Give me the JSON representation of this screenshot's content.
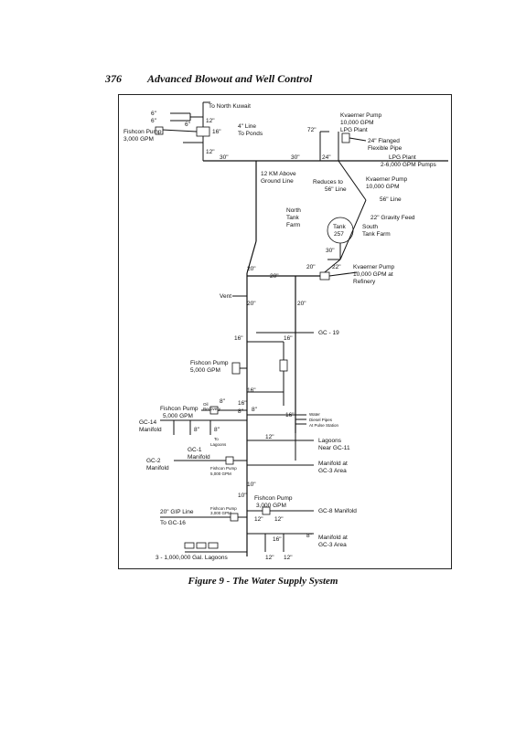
{
  "header": {
    "page_number": "376",
    "book_title": "Advanced Blowout and Well Control"
  },
  "caption": "Figure 9 - The Water Supply System",
  "diagram": {
    "labels": {
      "north_kuwait": "To North Kuwait",
      "six_a": "6\"",
      "six_b": "6\"",
      "six_c": "6\"",
      "fishcon_top": "Fishcon Pump",
      "fishcon_top_cap": "3,000 GPM",
      "twelve_a": "12\"",
      "sixteen_a": "16\"",
      "twelve_b": "12\"",
      "four_line": "4\" Line",
      "to_ponds": "To Ponds",
      "thirty_a": "30\"",
      "thirty_b": "30\"",
      "twentyfour_a": "24\"",
      "seventytwo": "72\"",
      "kvaerner_top": "Kvaerner Pump",
      "kvaerner_top_cap": "10,000 GPM",
      "lpg_plant_a": "LPG Plant",
      "flanged": "24\" Flanged",
      "flexible": "Flexible Pipe",
      "lpg_plant_b": "LPG Plant",
      "lpg_gpm": "2-6,000 GPM Pumps",
      "km_above": "12 KM Above",
      "ground_line": "Ground Line",
      "reduces_to": "Reduces to",
      "fiftysix_line": "56\" Line",
      "kvaerner_mid": "Kvaerner Pump",
      "kvaerner_mid_cap": "10,000 GPM",
      "fiftysix_line_b": "56\" Line",
      "north_tank": "North",
      "tank_farm_a": "Tank",
      "farm_a": "Farm",
      "tank": "Tank",
      "tank_num": "257",
      "gravity_feed": "22\" Gravity Feed",
      "south": "South",
      "tank_farm_b": "Tank Farm",
      "thirty_c": "30\"",
      "twenty_a": "20\"",
      "twenty_b": "20\"",
      "twenty_c": "20\"",
      "twentytwo": "22\"",
      "kvaerner_bot": "Kvaerner Pump",
      "kvaerner_bot_cap": "10,000 GPM at",
      "refinery": "Refinery",
      "vent": "Vent",
      "twenty_d": "20\"",
      "twenty_e": "20\"",
      "gc19": "GC - 19",
      "sixteen_b": "16\"",
      "sixteen_c": "16\"",
      "fishcon_mid": "Fishcon Pump",
      "fishcon_mid_cap": "5,000 GPM",
      "sixteen_d": "16\"",
      "sixteen_e": "16\"",
      "fishcon_left": "Fishcon Pump",
      "fishcon_left_cap": "5,000 GPM",
      "oil_recovery_a": "Oil",
      "oil_recovery_b": "Recovery",
      "eight_a": "8\"",
      "eight_b": "8\"",
      "eight_c": "8\"",
      "sixteen_f": "16\"",
      "gc14": "GC-14",
      "manifold_a": "Manifold",
      "eight_d": "8\"",
      "eight_e": "8\"",
      "to_lagoons_a": "To",
      "to_lagoons_b": "Lagoons",
      "water_a": "Water",
      "water_b": "Diesel Pipes",
      "water_c": "At Pulse Station",
      "twelve_c": "12\"",
      "lagoons": "Lagoons",
      "near_gc11": "Near GC-11",
      "gc1": "GC-1",
      "manifold_b": "Manifold",
      "gc2": "GC-2",
      "manifold_c": "Manifold",
      "fishcon_small": "Fishcon Pump",
      "fishcon_small_cap": "5,000 GPM",
      "manifold_at": "Manifold at",
      "gc3_area_a": "GC-3 Area",
      "ten_a": "10\"",
      "ten_b": "10\"",
      "fishcon_lower": "Fishcon Pump",
      "fishcon_lower_cap": "3,000 GPM",
      "gc8": "GC-8 Manifold",
      "gip_line": "20\" GIP Line",
      "to_gc16": "To GC-16",
      "fishcon_tiny": "Fishcon Pump",
      "fishcon_tiny_cap": "3,000 GPM",
      "twelve_d": "12\"",
      "twelve_e": "12\"",
      "sixteen_g": "16\"",
      "eight_f": "8\"",
      "manifold_gc3": "Manifold at",
      "gc3_area_b": "GC-3 Area",
      "lagoons_3": "3 - 1,000,000 Gal. Lagoons",
      "twelve_f": "12\"",
      "twelve_g": "12\""
    }
  }
}
